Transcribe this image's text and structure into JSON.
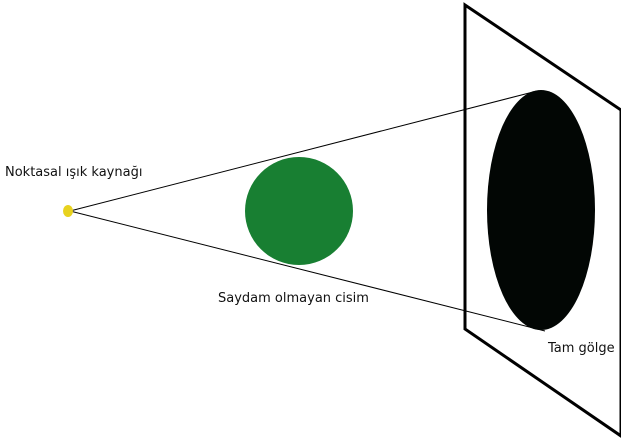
{
  "labels": {
    "light_source": "Noktasal ışık kaynağı",
    "opaque_object": "Saydam olmayan cisim",
    "full_shadow": "Tam gölge"
  },
  "colors": {
    "light_source": "#e8d21f",
    "opaque_object": "#187f32",
    "shadow": "#020604",
    "rays": "#000000",
    "screen": "#000000",
    "background": "#ffffff"
  }
}
